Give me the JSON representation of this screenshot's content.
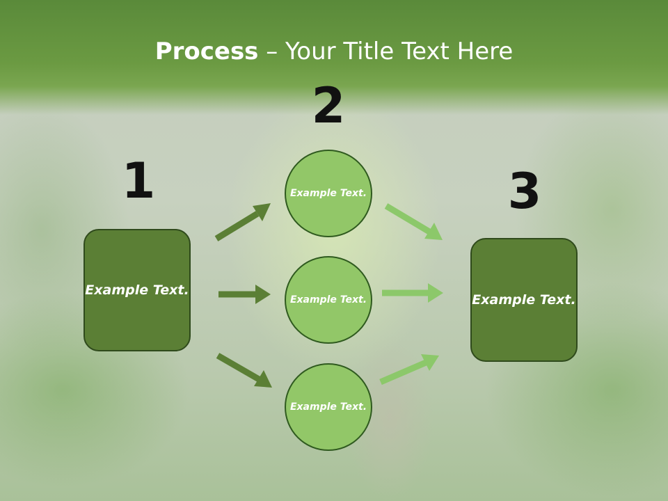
{
  "title": {
    "bold": "Process",
    "rest": " – Your Title Text Here"
  },
  "steps": [
    {
      "number": "1",
      "text": "Example Text."
    },
    {
      "number": "2"
    },
    {
      "number": "3",
      "text": "Example Text."
    }
  ],
  "circles": [
    {
      "text": "Example Text."
    },
    {
      "text": "Example Text."
    },
    {
      "text": "Example Text."
    }
  ],
  "colors": {
    "title_band": "#6b9a42",
    "box_fill": "#5b7f35",
    "circle_fill": "#92c768",
    "left_arrows": "#5b7f35",
    "right_arrows": "#8cc86a",
    "number_text": "#111111"
  }
}
